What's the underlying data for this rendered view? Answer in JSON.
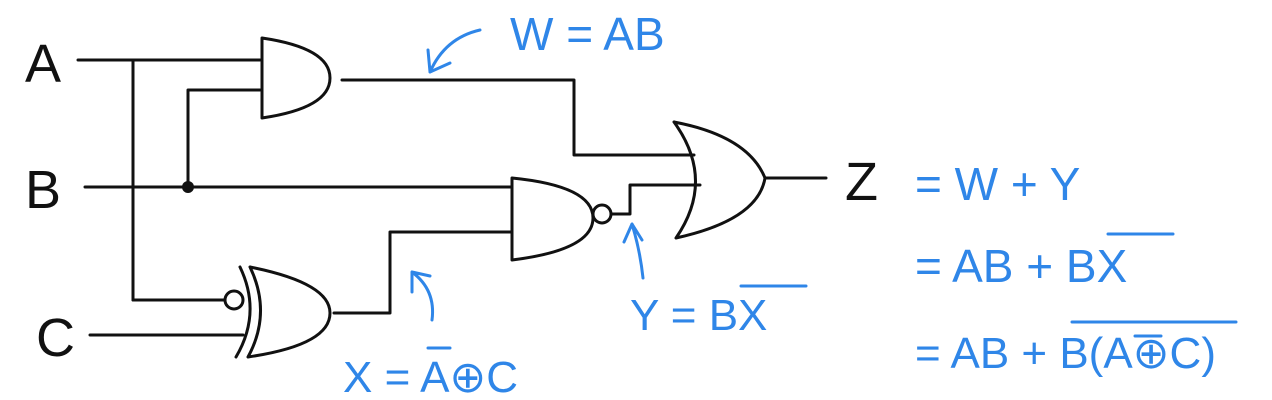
{
  "colors": {
    "ink": "#111111",
    "annotation": "#2f86e8"
  },
  "inputs": {
    "a": "A",
    "b": "B",
    "c": "C"
  },
  "output": {
    "z": "Z"
  },
  "annotations": {
    "w_label": "W = AB",
    "x_label": "X = A⊕C",
    "x_label_bar": "A",
    "y_label": "Y = BX",
    "y_label_bar": "BX"
  },
  "equations": {
    "line1": "= W + Y",
    "line2": "= AB + BX",
    "line2_bar": "BX",
    "line3": "= AB + B(A⊕C)",
    "line3_bar_outer": "B(A⊕C)",
    "line3_bar_inner": "A"
  }
}
